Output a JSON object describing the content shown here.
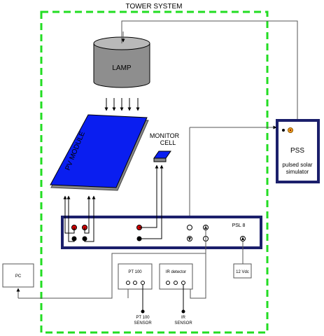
{
  "title": "TOWER SYSTEM",
  "lamp": {
    "label": "LAMP"
  },
  "pv_module": {
    "label": "PV MODULE"
  },
  "monitor_cell": {
    "line1": "MONITOR",
    "line2": "CELL"
  },
  "pss": {
    "title": "PSS",
    "line1": "pulsed solar",
    "line2": "simulator"
  },
  "psl": {
    "label": "PSL 8"
  },
  "pc": {
    "label": "PC"
  },
  "pt100": {
    "label": "PT 100",
    "sensor_line1": "PT 100",
    "sensor_line2": "SENSOR"
  },
  "ir_detector": {
    "label": "IR detector",
    "sensor_line1": "IR",
    "sensor_line2": "SENSOR"
  },
  "supply": {
    "label": "12 Vdc"
  },
  "colors": {
    "tower_border": "#22dd22",
    "panel": "#0a1ef0",
    "navy": "#1b1f6b",
    "lamp_top": "#b9b9b9",
    "lamp_body": "#8e8e8e",
    "connector_red": "#d40000"
  }
}
